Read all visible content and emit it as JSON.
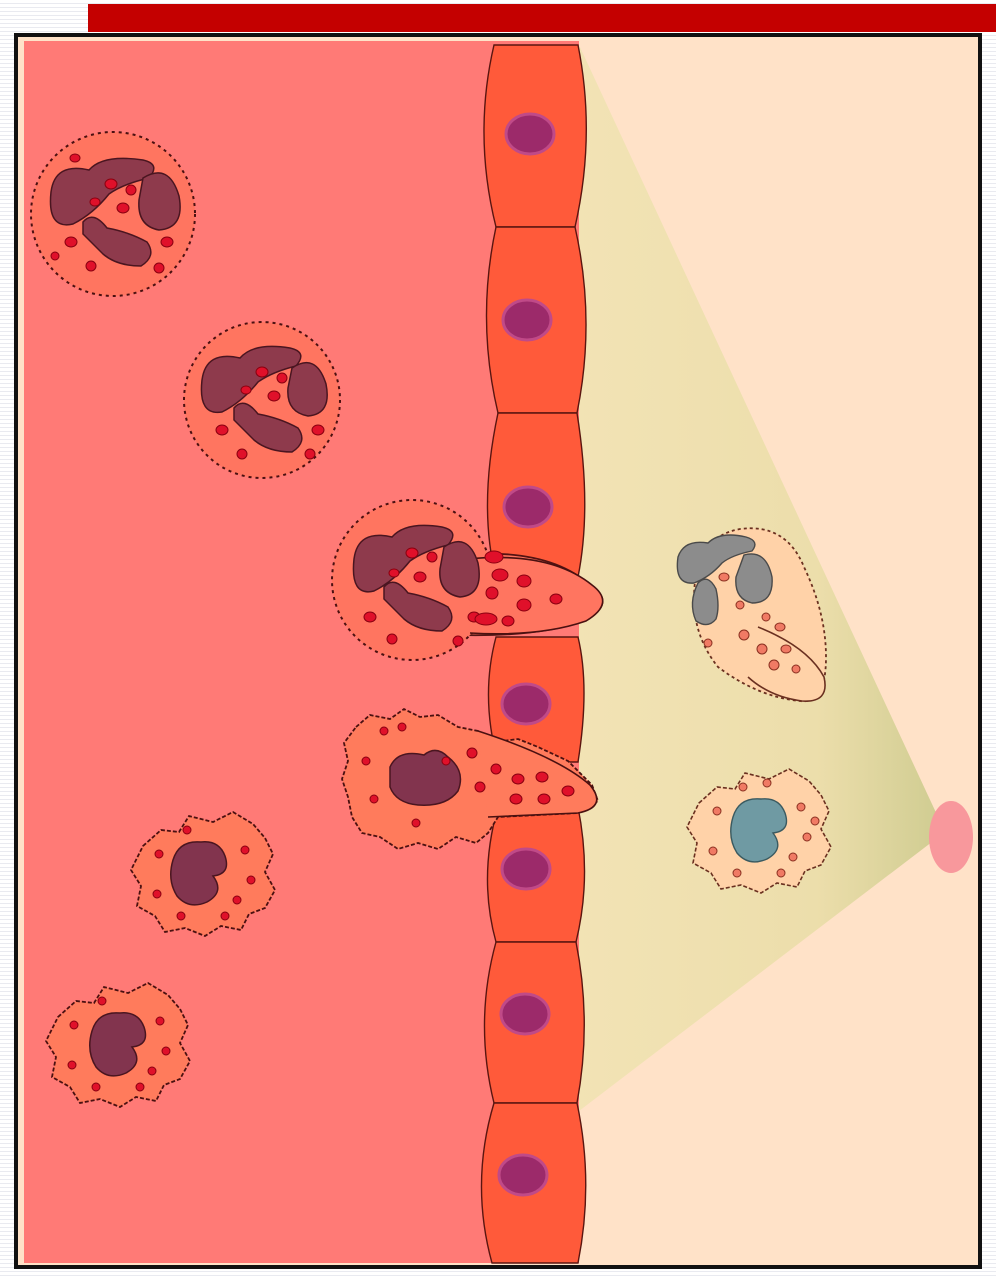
{
  "diagram": {
    "colors": {
      "header_bar": "#c40000",
      "blood_vessel_lumen": "#ff7a76",
      "tissue": "#ffe2c8",
      "chemotactic_gradient": "#efe3b0",
      "endothelial_cell": "#ff5a3a",
      "endothelial_nucleus": "#9c2a6a",
      "neutrophil_cytoplasm": "#ff7560",
      "neutrophil_nucleus": "#8e3a4c",
      "granule": "#e0102a",
      "monocyte_cytoplasm": "#ff7b5c",
      "monocyte_nucleus": "#82344e",
      "tissue_cell_cytoplasm": "#ffd2a8",
      "tissue_neutrophil_nucleus": "#8c8c8c",
      "macrophage_nucleus": "#6f9aa3",
      "injury_site": "#f8989c"
    },
    "components": [
      "header-bar",
      "blood-vessel-lumen",
      "endothelial-wall",
      "neutrophil",
      "neutrophil",
      "neutrophil-transmigrating",
      "monocyte-transmigrating",
      "monocyte",
      "monocyte",
      "tissue-neutrophil",
      "tissue-macrophage",
      "chemotactic-gradient",
      "injury-site"
    ]
  }
}
